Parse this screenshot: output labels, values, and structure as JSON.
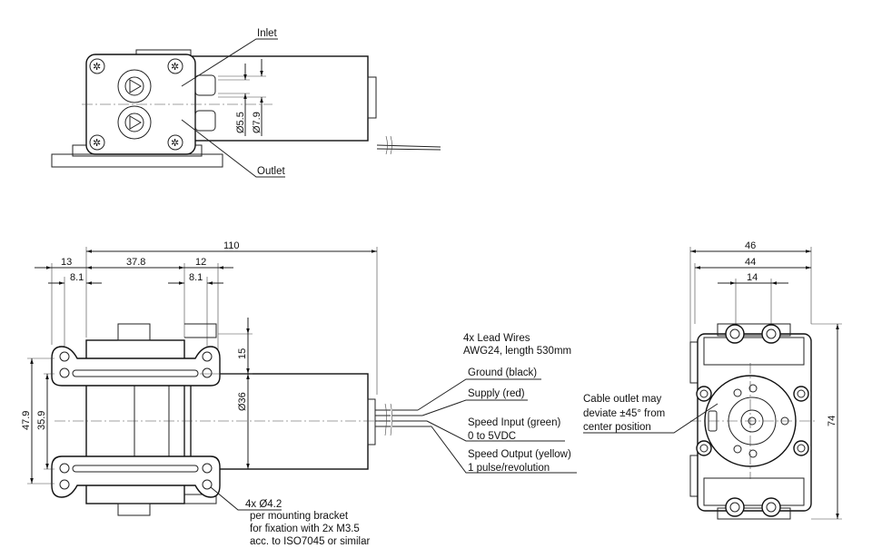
{
  "top_view": {
    "inlet_label": "Inlet",
    "outlet_label": "Outlet",
    "inlet_inner_dia": "Ø5.5",
    "inlet_outer_dia": "Ø7.9"
  },
  "front_view": {
    "dims": {
      "overall_length": "110",
      "bracket_offset_left": "13",
      "head_length": "37.8",
      "bracket_offset_right": "12",
      "hole_offset_left": "8.1",
      "hole_offset_right": "8.1",
      "port_height": "15",
      "motor_dia": "Ø36",
      "hole_spacing_outer": "47.9",
      "hole_spacing_inner": "35.9"
    },
    "mounting_note": {
      "holes": "4x Ø4.2",
      "line1": "per mounting bracket",
      "line2": "for fixation with 2x M3.5",
      "line3": "acc. to ISO7045 or similar"
    }
  },
  "wires": {
    "title": "4x Lead Wires",
    "spec": "AWG24, length 530mm",
    "ground": "Ground (black)",
    "supply": "Supply (red)",
    "speed_input": "Speed Input (green)",
    "speed_input_range": "0 to 5VDC",
    "speed_output": "Speed Output (yellow)",
    "speed_output_rate": "1 pulse/revolution"
  },
  "end_view": {
    "dims": {
      "width_outer": "46",
      "width_inner": "44",
      "port_spacing": "14",
      "height": "74"
    },
    "cable_note": {
      "line1": "Cable outlet may",
      "line2": "deviate ±45° from",
      "line3": "center position"
    }
  }
}
